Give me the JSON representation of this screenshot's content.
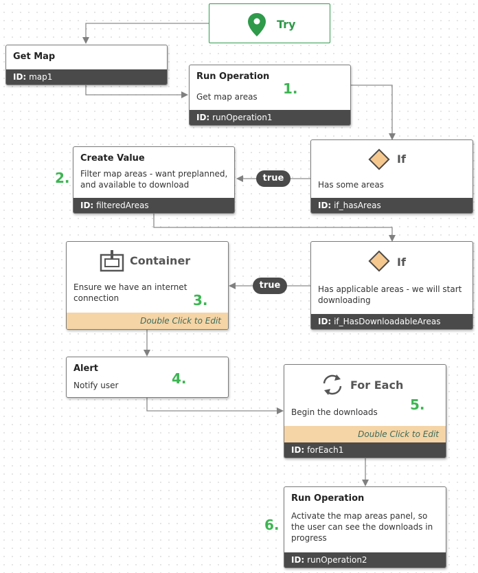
{
  "try": {
    "label": "Try"
  },
  "nodes": {
    "get_map": {
      "title": "Get Map",
      "id_label": "ID:",
      "id_value": "map1"
    },
    "run_op1": {
      "title": "Run Operation",
      "desc": "Get map areas",
      "id_label": "ID:",
      "id_value": "runOperation1"
    },
    "create_value": {
      "title": "Create Value",
      "desc": "Filter map areas - want preplanned, and available to download",
      "id_label": "ID:",
      "id_value": "filteredAreas"
    },
    "if_has_areas": {
      "title": "If",
      "desc": "Has some areas",
      "id_label": "ID:",
      "id_value": "if_hasAreas"
    },
    "container": {
      "title": "Container",
      "desc": "Ensure we have an internet connection",
      "edit": "Double Click to Edit"
    },
    "if_downloadable": {
      "title": "If",
      "desc": "Has applicable areas - we will start downloading",
      "id_label": "ID:",
      "id_value": "if_HasDownloadableAreas"
    },
    "alert": {
      "title": "Alert",
      "desc": "Notify user"
    },
    "for_each": {
      "title": "For Each",
      "desc": "Begin the downloads",
      "edit": "Double Click to Edit",
      "id_label": "ID:",
      "id_value": "forEach1"
    },
    "run_op2": {
      "title": "Run Operation",
      "desc": "Activate the map areas panel, so the user can see the downloads in progress",
      "id_label": "ID:",
      "id_value": "runOperation2"
    }
  },
  "edge_labels": {
    "true1": "true",
    "true2": "true"
  },
  "steps": {
    "s1": "1.",
    "s2": "2.",
    "s3": "3.",
    "s4": "4.",
    "s5": "5.",
    "s6": "6."
  },
  "colors": {
    "step_green": "#3cb552",
    "id_bar": "#4a4a4a",
    "edit_bar": "#f5d4a6",
    "diamond": "#f5c890",
    "try_border": "#2e9a4a"
  }
}
